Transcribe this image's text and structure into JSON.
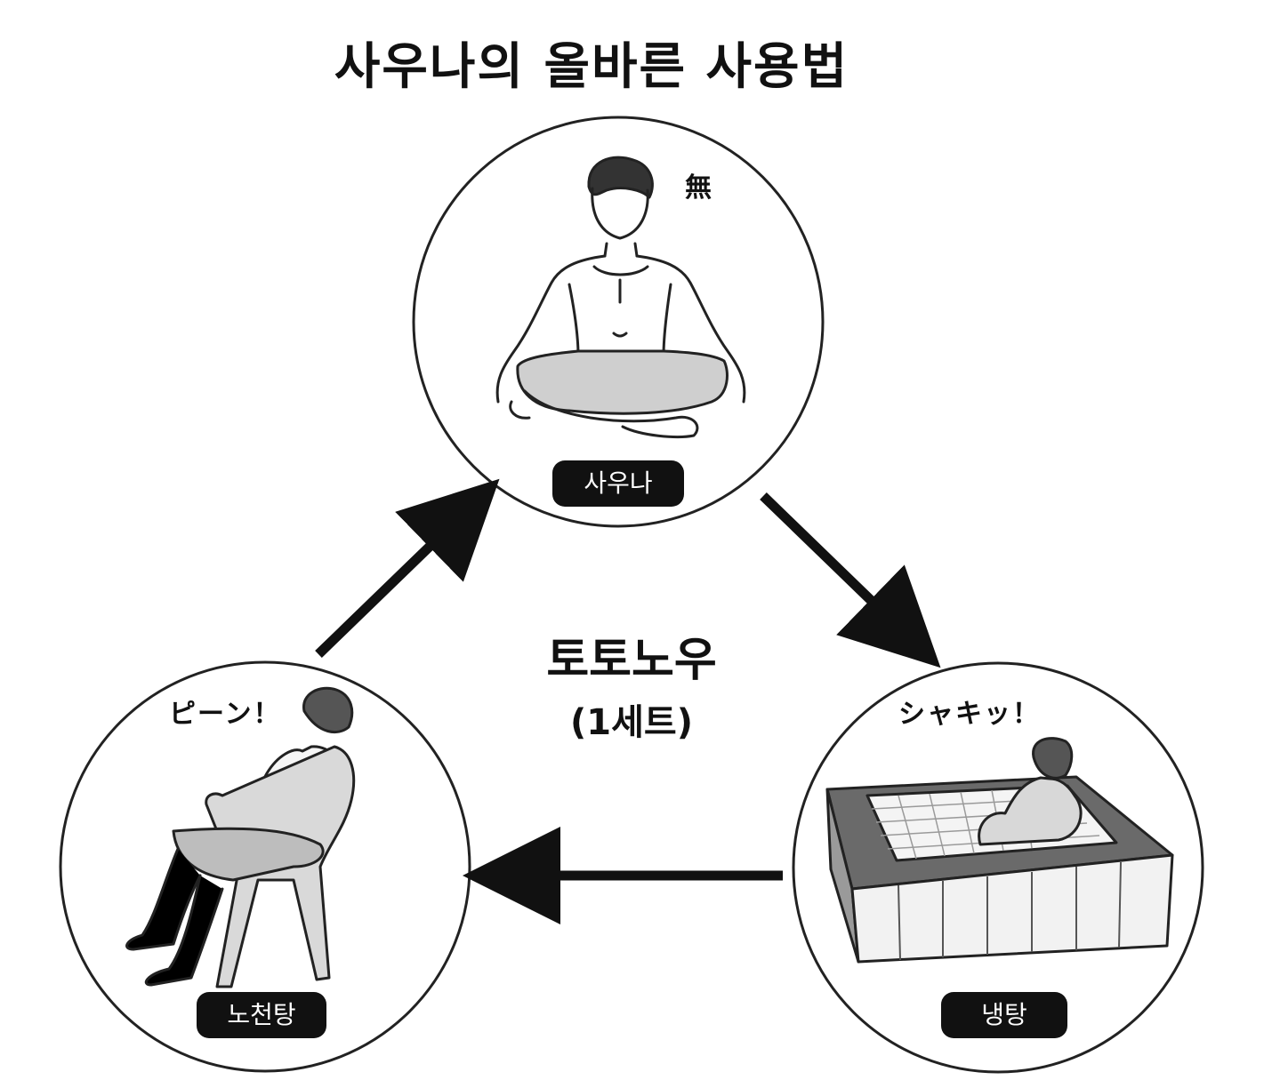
{
  "title": "사우나의 올바른 사용법",
  "center": {
    "main": "토토노우",
    "sub": "(1세트)"
  },
  "steps": [
    {
      "label": "사우나",
      "sfx": "無"
    },
    {
      "label": "냉탕",
      "sfx": "シャキッ！"
    },
    {
      "label": "노천탕",
      "sfx": "ピーン！"
    }
  ]
}
